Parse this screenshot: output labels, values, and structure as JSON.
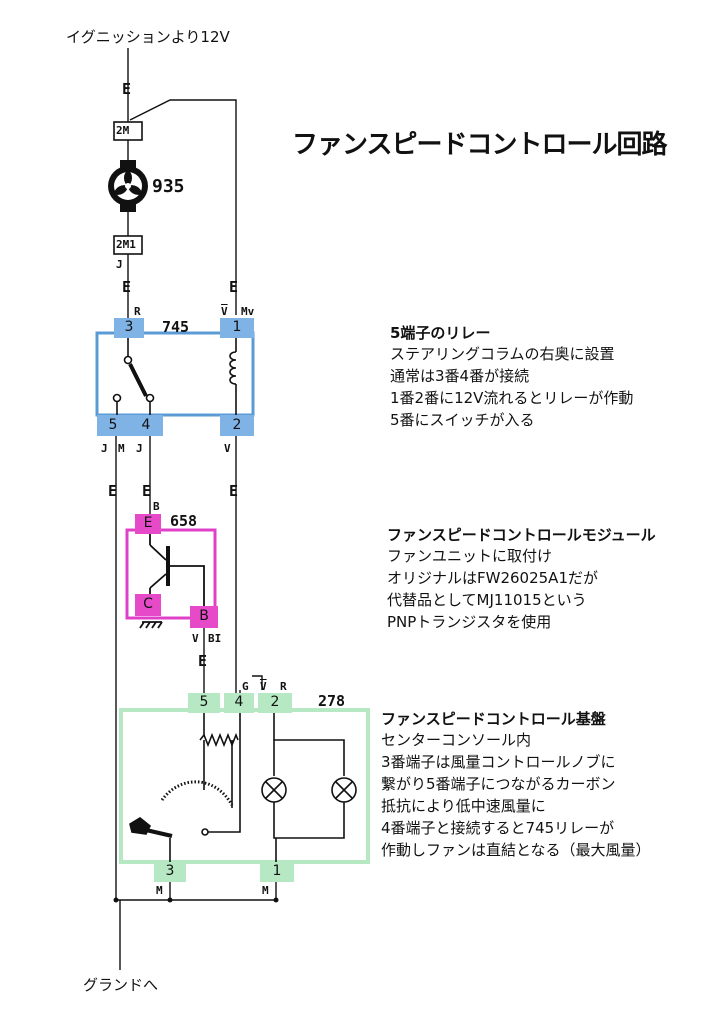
{
  "supply_label": "イグニッションより12V",
  "ground_label": "グランドへ",
  "title": "ファンスピードコントロール回路",
  "fan": {
    "code": "935",
    "conn_top": "2M",
    "conn_bottom": "2M1"
  },
  "relay": {
    "code": "745",
    "terminals": [
      "3",
      "1",
      "5",
      "4",
      "2"
    ],
    "notes": {
      "heading": "5端子のリレー",
      "lines": [
        "ステアリングコラムの右奥に設置",
        "通常は3番4番が接続",
        "1番2番に12V流れるとリレーが作動",
        "5番にスイッチが入る"
      ]
    }
  },
  "module": {
    "code": "658",
    "terminals": [
      "E",
      "C",
      "B"
    ],
    "notes": {
      "heading": "ファンスピードコントロールモジュール",
      "lines": [
        "ファンユニットに取付け",
        "オリジナルはFW26025A1だが",
        "代替品としてMJ11015という",
        "PNPトランジスタを使用"
      ]
    }
  },
  "board": {
    "code": "278",
    "terminals_top": [
      "5",
      "4",
      "2"
    ],
    "terminals_bottom": [
      "3",
      "1"
    ],
    "notes": {
      "heading": "ファンスピードコントロール基盤",
      "lines": [
        "センターコンソール内",
        "3番端子は風量コントロールノブに",
        "繋がり5番端子につながるカーボン",
        "抵抗により低中速風量に",
        "4番端子と接続すると745リレーが",
        "作動しファンは直結となる（最大風量）"
      ]
    }
  },
  "wire_codes": {
    "e": "E",
    "r": "R",
    "v": "V",
    "mv": "Mv",
    "j": "J",
    "m": "M",
    "b": "B",
    "bi": "BI",
    "g": "G"
  },
  "colors": {
    "relay_box": "#5b9bd5",
    "relay_tab": "#7fb2e5",
    "module_box": "#e040c8",
    "module_tab": "#e64ac8",
    "board_box": "#b5e8c3",
    "board_tab": "#b5e8c3",
    "wire": "#111111"
  }
}
